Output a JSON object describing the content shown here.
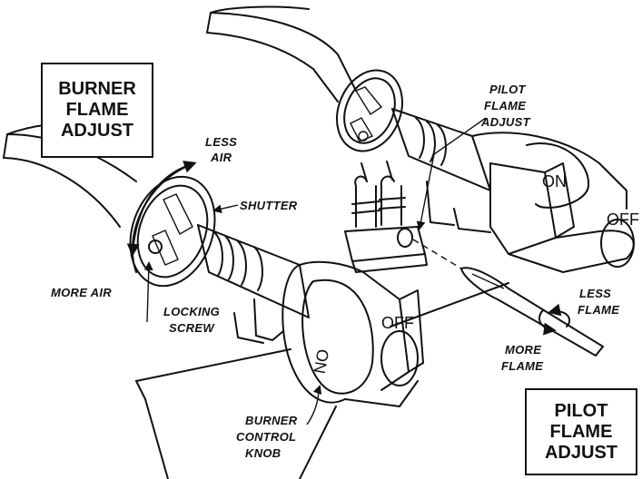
{
  "boxes": {
    "burner_flame_adjust": [
      "BURNER",
      "FLAME",
      "ADJUST"
    ],
    "pilot_flame_adjust": [
      "PILOT",
      "FLAME",
      "ADJUST"
    ]
  },
  "labels": {
    "less_air": [
      "LESS",
      "AIR"
    ],
    "shutter": "SHUTTER",
    "more_air": "MORE AIR",
    "locking_screw": [
      "LOCKING",
      "SCREW"
    ],
    "pilot_flame_adjust": [
      "PILOT",
      "FLAME",
      "ADJUST"
    ],
    "less_flame": [
      "LESS",
      "FLAME"
    ],
    "more_flame": [
      "MORE",
      "FLAME"
    ],
    "burner_control_knob": [
      "BURNER",
      "CONTROL",
      "KNOB"
    ]
  },
  "knob_marks": {
    "front_on": "ON",
    "front_off": "OFF",
    "rear_on": "ON",
    "rear_off": "OFF"
  }
}
